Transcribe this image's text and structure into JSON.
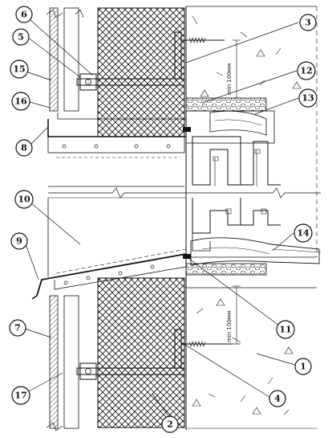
{
  "callouts": [
    {
      "label": "1"
    },
    {
      "label": "2"
    },
    {
      "label": "3"
    },
    {
      "label": "4"
    },
    {
      "label": "5"
    },
    {
      "label": "6"
    },
    {
      "label": "7"
    },
    {
      "label": "8"
    },
    {
      "label": "9"
    },
    {
      "label": "10"
    },
    {
      "label": "11"
    },
    {
      "label": "12"
    },
    {
      "label": "13"
    },
    {
      "label": "14"
    },
    {
      "label": "15"
    },
    {
      "label": "16"
    },
    {
      "label": "17"
    }
  ],
  "dimensions": {
    "top": "min 100мм",
    "bottom": "min 100мм"
  },
  "colors": {
    "line": "#111111",
    "background": "#ffffff"
  }
}
